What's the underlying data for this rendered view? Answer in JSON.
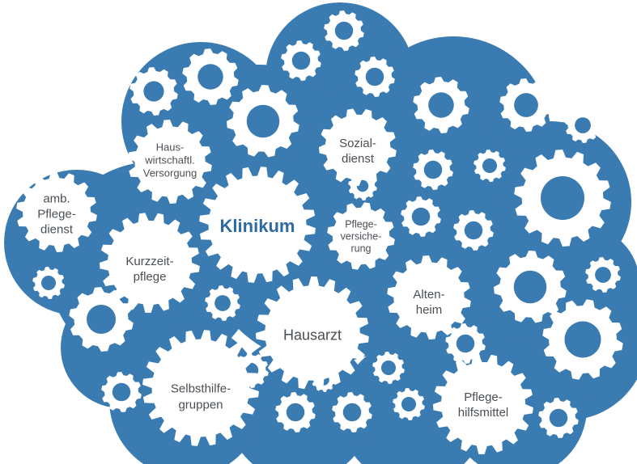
{
  "colors": {
    "cloud": "#3a7bb1",
    "gear": "#ffffff",
    "text": "#4a4f55",
    "accent": "#2f6aa3",
    "background": "#ffffff"
  },
  "diagram": {
    "center_label": "Klinikum",
    "labels": {
      "hauswirtschaftl_versorgung": [
        "Haus-",
        "wirtschaftl.",
        "Versorgung"
      ],
      "sozialdienst": [
        "Sozial-",
        "dienst"
      ],
      "amb_pflegedienst": [
        "amb.",
        "Pflege-",
        "dienst"
      ],
      "pflegeversicherung": [
        "Pflege-",
        "versiche-",
        "rung"
      ],
      "kurzzeitpflege": [
        "Kurzzeit-",
        "pflege"
      ],
      "altenheim": [
        "Alten-",
        "heim"
      ],
      "hausarzt": [
        "Hausarzt"
      ],
      "selbsthilfegruppen": [
        "Selbsthilfe-",
        "gruppen"
      ],
      "pflegehilfsmittel": [
        "Pflege-",
        "hilfsmittel"
      ]
    }
  }
}
